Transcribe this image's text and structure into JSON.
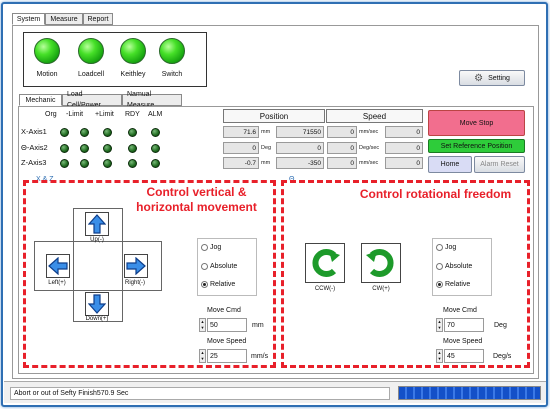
{
  "tabs": [
    "System",
    "Measure",
    "Report"
  ],
  "indicators": [
    "Motion",
    "Loadcell",
    "Keithley",
    "Switch"
  ],
  "setting_label": "Setting",
  "subtabs": [
    "Mechanic",
    "Load Cell/Power",
    "Namual Measure"
  ],
  "status_cols": [
    "Org",
    "-Limit",
    "+Limit",
    "RDY",
    "ALM"
  ],
  "position_header": "Position",
  "speed_header": "Speed",
  "axes": [
    {
      "name": "X-Axis1",
      "pos": "71.6",
      "pos_unit": "mm",
      "counts": "71550",
      "speed": "0",
      "speed_unit": "mm/sec",
      "counts2": "0"
    },
    {
      "name": "Θ-Axis2",
      "pos": "0",
      "pos_unit": "Deg",
      "counts": "0",
      "speed": "0",
      "speed_unit": "Deg/sec",
      "counts2": "0"
    },
    {
      "name": "Z-Axis3",
      "pos": "-0.7",
      "pos_unit": "mm",
      "counts": "-350",
      "speed": "0",
      "speed_unit": "mm/sec",
      "counts2": "0"
    }
  ],
  "buttons": {
    "move_stop": "Move Stop",
    "set_ref": "Set Reference Position",
    "home": "Home",
    "alarm_reset": "Alarm Reset"
  },
  "xz_label": "X & Z",
  "theta_label": "Θ",
  "left_panel": {
    "title": "Control vertical & horizontal movement",
    "up": "Up(-)",
    "down": "Down(+)",
    "left": "Left(+)",
    "right": "Right(-)",
    "modes": [
      "Jog",
      "Absolute",
      "Relative"
    ],
    "selected_mode": "Relative",
    "move_cmd_label": "Move Cmd",
    "move_cmd": "50",
    "move_cmd_unit": "mm",
    "move_speed_label": "Move Speed",
    "move_speed": "25",
    "move_speed_unit": "mm/s"
  },
  "right_panel": {
    "title": "Control rotational freedom",
    "ccw": "CCW(-)",
    "cw": "CW(+)",
    "modes": [
      "Jog",
      "Absolute",
      "Relative"
    ],
    "selected_mode": "Relative",
    "move_cmd_label": "Move Cmd",
    "move_cmd": "70",
    "move_cmd_unit": "Deg",
    "move_speed_label": "Move Speed",
    "move_speed": "45",
    "move_speed_unit": "Deg/s"
  },
  "status_bar": "Abort or out of Sefty Finish570.9 Sec",
  "progress": 1.0,
  "colors": {
    "accent_blue": "#2f6fb3",
    "led_green": "#2ecc1f",
    "move_stop": "#f06a8a",
    "set_ref": "#2ecc3a",
    "dashed_red": "#e8202a",
    "progress_blue": "#1450c8"
  }
}
